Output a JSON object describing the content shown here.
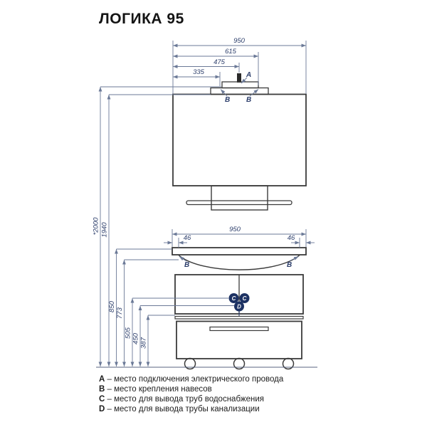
{
  "title": "ЛОГИКА 95",
  "dimensions_mm": {
    "top": {
      "overall_width": "950",
      "b_right": "615",
      "a_center": "475",
      "b_left": "335"
    },
    "vanity": {
      "overall_width": "950",
      "left_inset": "46",
      "right_inset": "46"
    },
    "heights": {
      "overall": "*2000",
      "mirror_top": "1940",
      "countertop": "850",
      "hanger": "773",
      "water_pipes": "505",
      "drain_pipe": "450",
      "drawer_top": "387"
    }
  },
  "markers": {
    "a": "A",
    "b": "B",
    "c": "C",
    "d": "D"
  },
  "legend": {
    "items": [
      {
        "letter": "A",
        "text": "– место подключения электрического провода"
      },
      {
        "letter": "B",
        "text": "– место крепления навесов"
      },
      {
        "letter": "C",
        "text": "– место для вывода труб водоснабжения"
      },
      {
        "letter": "D",
        "text": "– место для вывода трубы канализации"
      }
    ]
  },
  "colors": {
    "drawing_line": "#3b3b3b",
    "dimension_line": "#6b7997",
    "dimension_text": "#2c3e6b",
    "marker_fill": "#1d3263",
    "background": "#ffffff"
  }
}
